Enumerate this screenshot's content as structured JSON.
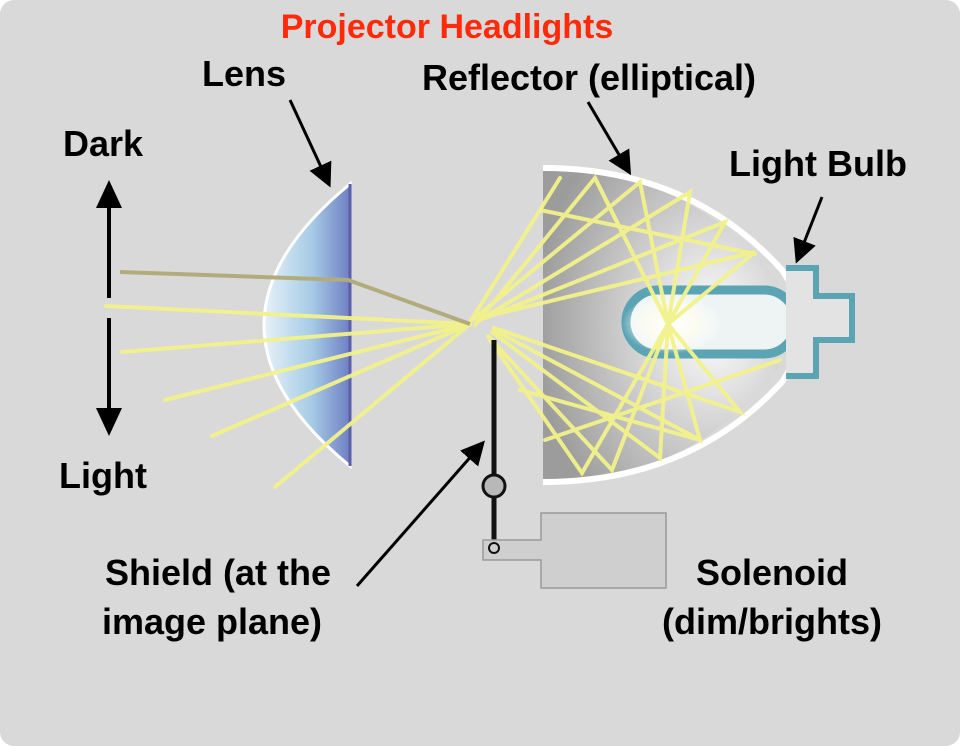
{
  "title": "Projector Headlights",
  "labels": {
    "lens": "Lens",
    "reflector": "Reflector (elliptical)",
    "bulb": "Light Bulb",
    "dark": "Dark",
    "light": "Light",
    "shield_line1": "Shield (at the",
    "shield_line2": "image plane)",
    "solenoid_line1": "Solenoid",
    "solenoid_line2": "(dim/brights)"
  },
  "colors": {
    "title": "#ff2a0a",
    "background": "#d9d9d9",
    "beam": "#f2f28c",
    "lens": "#9fc8e8",
    "bulb_outline": "#5aa4b4",
    "reflector": "#a8a8a8"
  }
}
